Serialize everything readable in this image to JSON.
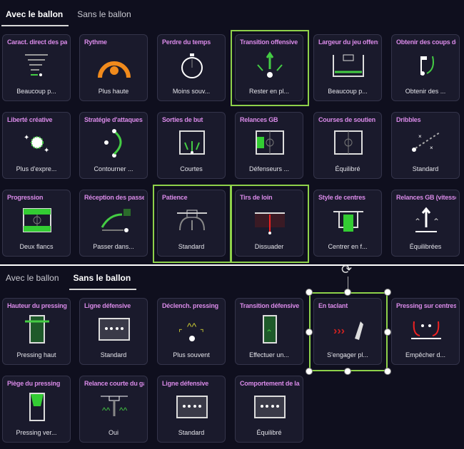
{
  "top_tabs": [
    "Avec le ballon",
    "Sans le ballon"
  ],
  "bottom_tabs": [
    "Avec le ballon",
    "Sans le ballon"
  ],
  "with_ball": [
    {
      "title": "Caract. direct des passes",
      "value": "Beaucoup p...",
      "icon": "pass-arrows-icon"
    },
    {
      "title": "Rythme",
      "value": "Plus haute",
      "icon": "speed-gauge-icon"
    },
    {
      "title": "Perdre du temps",
      "value": "Moins souv...",
      "icon": "stopwatch-icon"
    },
    {
      "title": "Transition offensive",
      "value": "Rester en pl...",
      "icon": "spread-arrows-icon"
    },
    {
      "title": "Largeur du jeu offensif",
      "value": "Beaucoup p...",
      "icon": "width-pitch-icon"
    },
    {
      "title": "Obtenir des coups de pied",
      "value": "Obtenir des ...",
      "icon": "corner-flag-icon"
    },
    {
      "title": "Liberté créative",
      "value": "Plus d'expre...",
      "icon": "sparkle-ball-icon"
    },
    {
      "title": "Stratégie d'attaques placées",
      "value": "Contourner ...",
      "icon": "curve-attack-icon"
    },
    {
      "title": "Sorties de but",
      "value": "Courtes",
      "icon": "goal-kick-icon"
    },
    {
      "title": "Relances GB",
      "value": "Défenseurs ...",
      "icon": "pitch-zone-icon"
    },
    {
      "title": "Courses de soutien",
      "value": "Équilibré",
      "icon": "pitch-icon"
    },
    {
      "title": "Dribbles",
      "value": "Standard",
      "icon": "dribble-icon"
    },
    {
      "title": "Progression",
      "value": "Deux flancs",
      "icon": "flank-pitch-icon"
    },
    {
      "title": "Réception des passes",
      "value": "Passer dans...",
      "icon": "receive-pass-icon"
    },
    {
      "title": "Patience",
      "value": "Standard",
      "icon": "patience-icon"
    },
    {
      "title": "Tirs de loin",
      "value": "Dissuader",
      "icon": "long-shot-icon"
    },
    {
      "title": "Style de centres",
      "value": "Centrer en f...",
      "icon": "cross-style-icon"
    },
    {
      "title": "Relances GB (vitesse)",
      "value": "Équilibrées",
      "icon": "up-chevrons-icon"
    }
  ],
  "without_ball": [
    {
      "title": "Hauteur du pressing",
      "value": "Pressing haut",
      "icon": "press-height-icon"
    },
    {
      "title": "Ligne défensive",
      "value": "Standard",
      "icon": "def-line-icon"
    },
    {
      "title": "Déclench. pressing",
      "value": "Plus souvent",
      "icon": "press-trigger-icon"
    },
    {
      "title": "Transition défensive",
      "value": "Effectuer un...",
      "icon": "def-transition-icon"
    },
    {
      "title": "En taclant",
      "value": "S'engager pl...",
      "icon": "tackle-icon"
    },
    {
      "title": "Pressing sur centres",
      "value": "Empêcher d...",
      "icon": "cross-press-icon"
    },
    {
      "title": "Piège du pressing",
      "value": "Pressing ver...",
      "icon": "press-trap-icon"
    },
    {
      "title": "Relance courte du gardien",
      "value": "Oui",
      "icon": "short-gk-icon"
    },
    {
      "title": "Ligne défensive",
      "value": "Standard",
      "icon": "def-line-icon"
    },
    {
      "title": "Comportement de la ligne",
      "value": "Équilibré",
      "icon": "def-line-icon"
    }
  ],
  "colors": {
    "accent": "#8ed14a",
    "title": "#d98ae8",
    "bg": "#0f0f1e",
    "card": "#1a1a2c"
  }
}
